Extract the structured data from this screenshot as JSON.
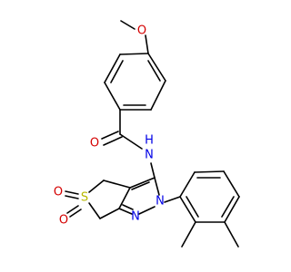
{
  "molecule": {
    "colors": {
      "bond": "#000000",
      "oxygen": "#d40000",
      "nitrogen": "#0000e6",
      "sulfur": "#b8b800",
      "background": "#ffffff"
    },
    "atoms": {
      "methoxy_oxygen": "O",
      "carbonyl_oxygen": "O",
      "amide_nitrogen": "N",
      "amide_hydrogen": "H",
      "pyrazole_n2": "N",
      "pyrazole_n1": "N",
      "sulfur": "S",
      "sulfonyl_oxygen_1": "O",
      "sulfonyl_oxygen_2": "O"
    }
  }
}
